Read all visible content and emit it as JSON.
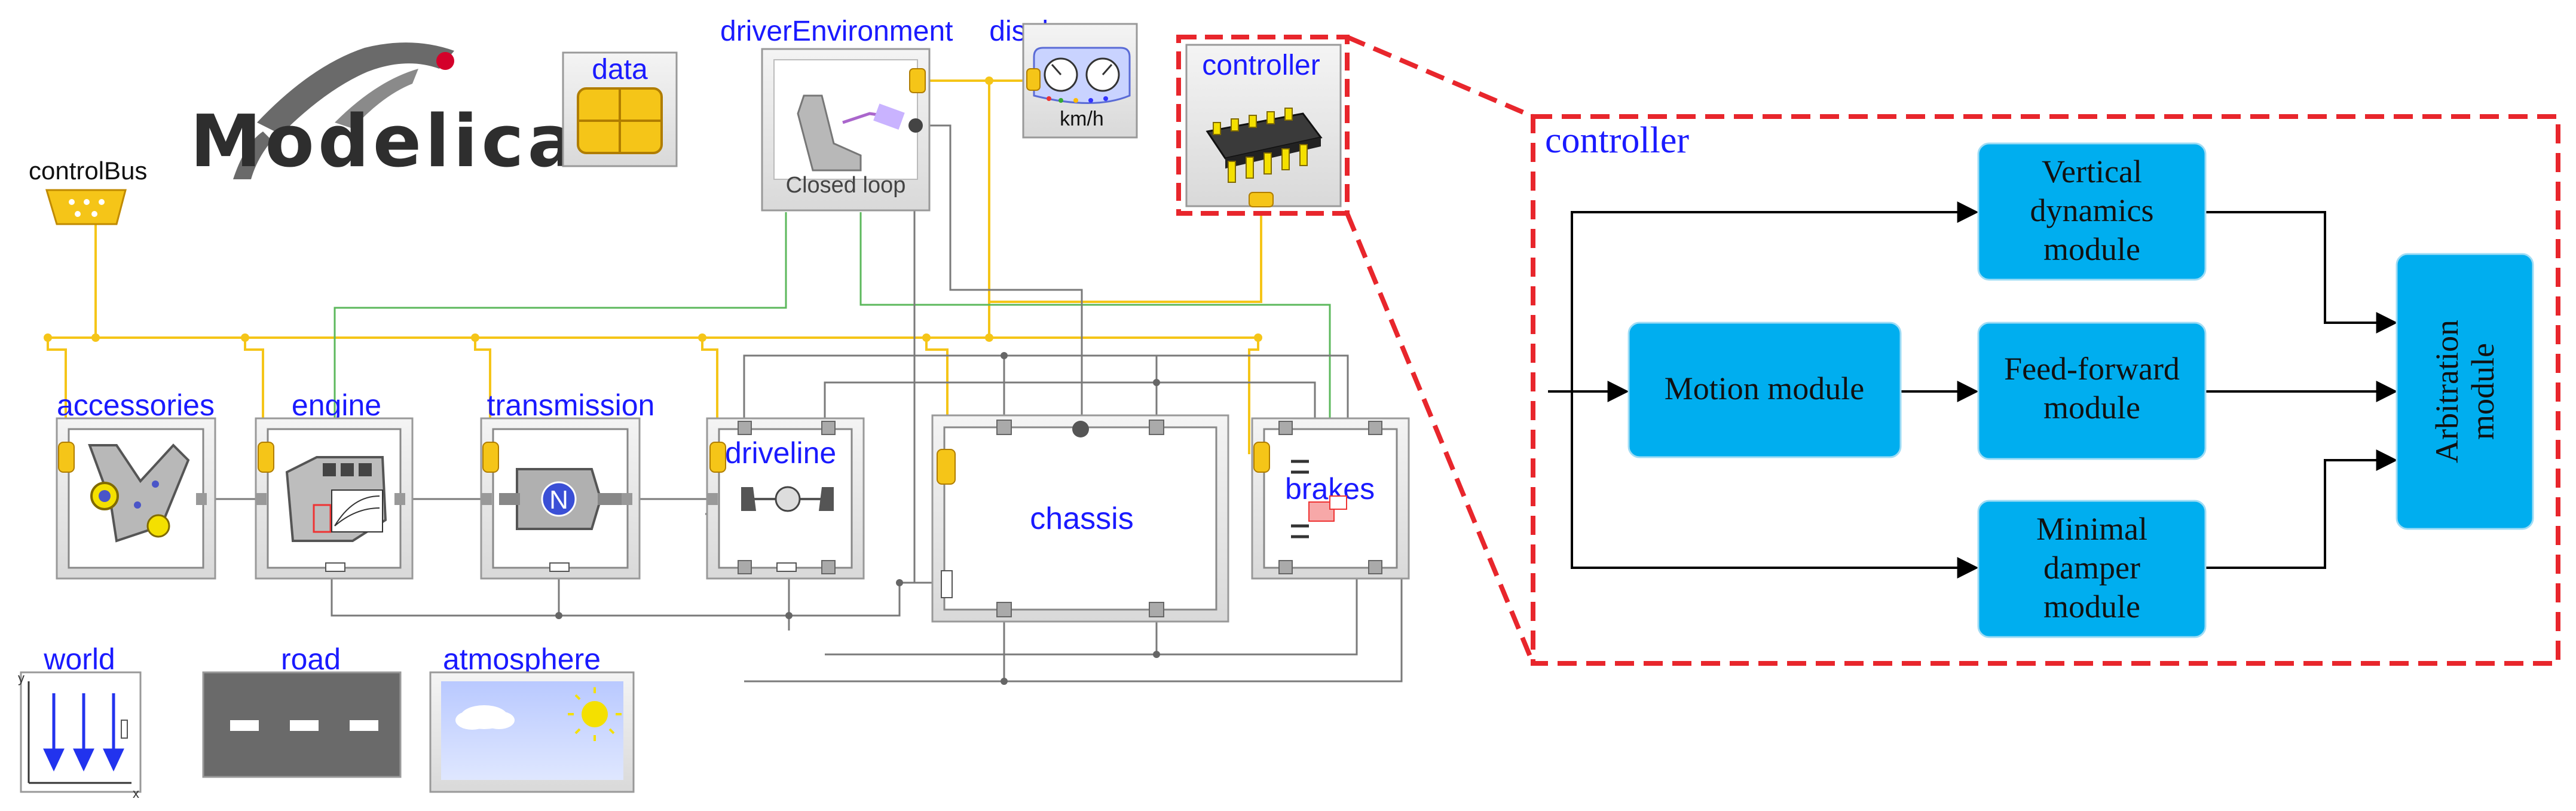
{
  "logo": {
    "text": "Modelica"
  },
  "components": {
    "controlBus": "controlBus",
    "data": "data",
    "driverEnvironment": "driverEnvironment",
    "driverEnvironment_sub": "Closed loop",
    "display": "display",
    "display_unit": "km/h",
    "controller": "controller",
    "accessories": "accessories",
    "engine": "engine",
    "transmission": "transmission",
    "transmission_gear": "N",
    "driveline": "driveline",
    "chassis": "chassis",
    "brakes": "brakes",
    "world": "world",
    "world_axis_x": "x",
    "world_axis_y": "y",
    "road": "road",
    "atmosphere": "atmosphere"
  },
  "detail": {
    "title": "controller",
    "blocks": {
      "motion": "Motion module",
      "vertical": [
        "Vertical",
        "dynamics",
        "module"
      ],
      "feedforward": [
        "Feed-forward",
        "module"
      ],
      "minimal": [
        "Minimal",
        "damper",
        "module"
      ],
      "arbitration": [
        "Arbitration",
        "module"
      ]
    }
  },
  "colors": {
    "label_blue": "#1a1aff",
    "block_fill": "#00aeef",
    "bus_yellow": "#f5c518",
    "signal_green": "#5cb85c",
    "dash_red": "#e8262c"
  }
}
